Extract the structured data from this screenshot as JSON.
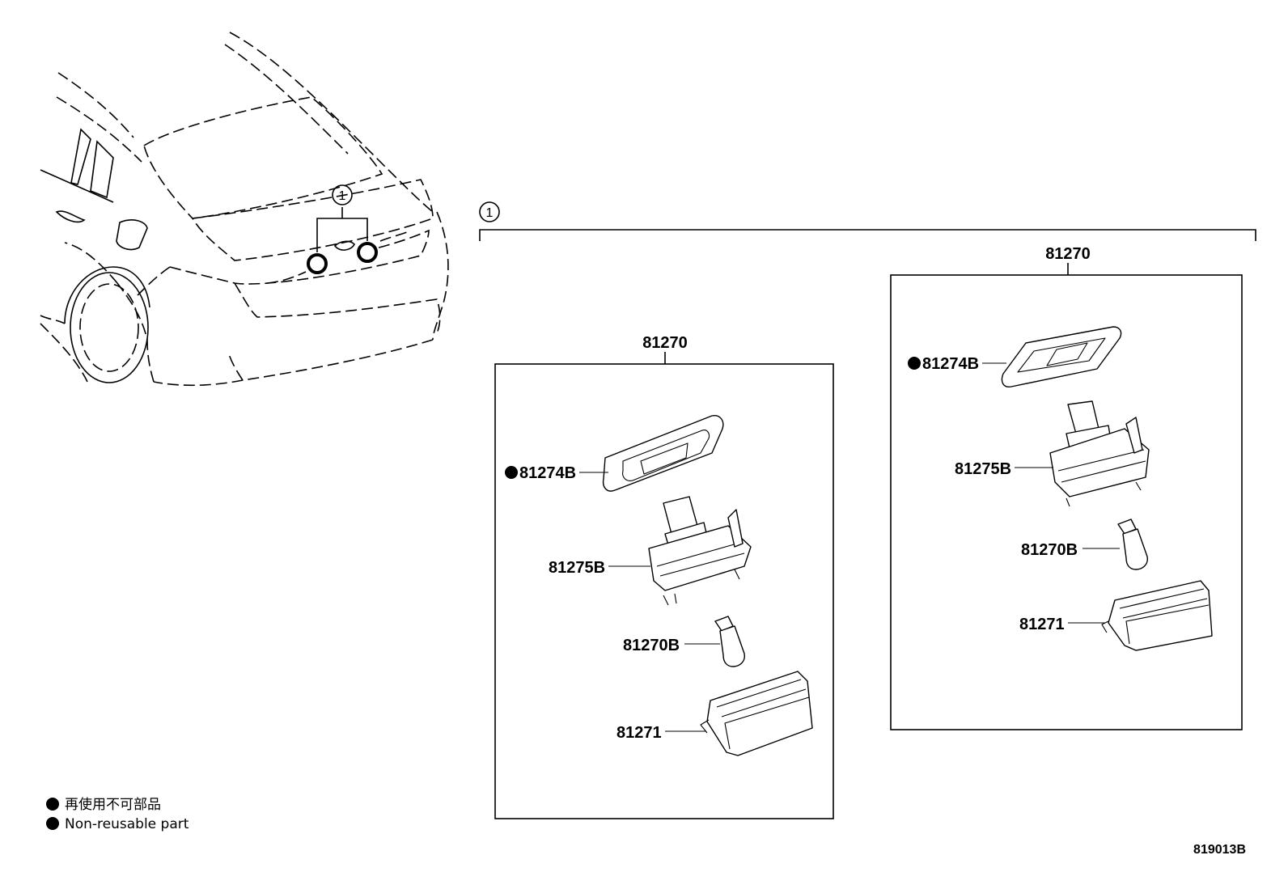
{
  "callout": {
    "index_top": "1",
    "index_car": "1"
  },
  "groups": [
    {
      "assembly": "81270",
      "parts": [
        "81274B",
        "81275B",
        "81270B",
        "81271"
      ]
    },
    {
      "assembly": "81270",
      "parts": [
        "81274B",
        "81275B",
        "81270B",
        "81271"
      ]
    }
  ],
  "legend": {
    "jp": "再使用不可部品",
    "en": "Non-reusable part"
  },
  "diagram_id": "819013B",
  "colors": {
    "ink": "#000000",
    "paper": "#ffffff"
  }
}
